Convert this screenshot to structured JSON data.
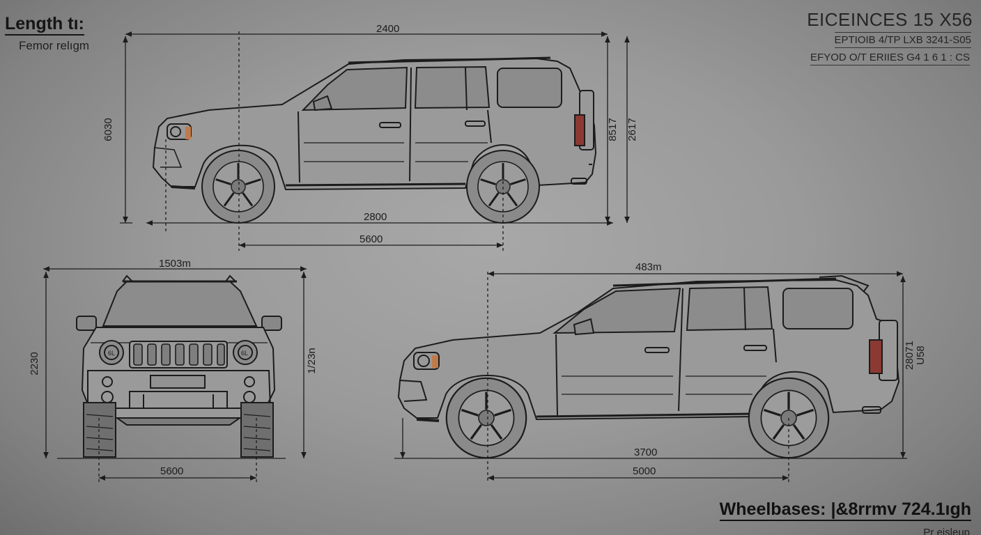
{
  "header": {
    "title": "Length tı:",
    "subtitle": "Femor relıgm"
  },
  "title_block": {
    "title": "EICEINCES 15 X56",
    "line1": "EPTIOIB 4/TP LXB 3241-S05",
    "line2": "EFYOD O/T  ERIIES G4 1 6 1 : CS"
  },
  "top_view": {
    "overall_length": "2400",
    "height_left": "6030",
    "height_right_a": "8517",
    "height_right_b": "2617",
    "ground_dim": "2800",
    "wheelbase": "5600"
  },
  "front_view": {
    "width": "1503m",
    "height_left": "2230",
    "height_right": "1/23n",
    "track": "5600",
    "fog_lamp_label": "6L"
  },
  "side_view": {
    "length": "483m",
    "height_right_a": "28071",
    "height_right_b": "U58",
    "ground_dim": "3700",
    "wheelbase": "5000"
  },
  "footer": {
    "wheelbase_note": "Wheelbases: |&8rrmv 724.1ıgh",
    "bottom_note": "Pr ejsleup"
  },
  "colors": {
    "paper": "#9a9a9a",
    "ink": "#1c1c1c",
    "taillight": "#8a3a32",
    "indicator": "#c07a4a"
  }
}
